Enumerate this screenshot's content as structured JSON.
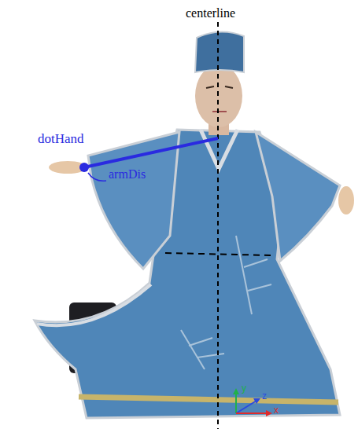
{
  "diagram": {
    "labels": [
      "centerline",
      "dotHand",
      "armDis",
      "y",
      "z",
      "x"
    ]
  }
}
